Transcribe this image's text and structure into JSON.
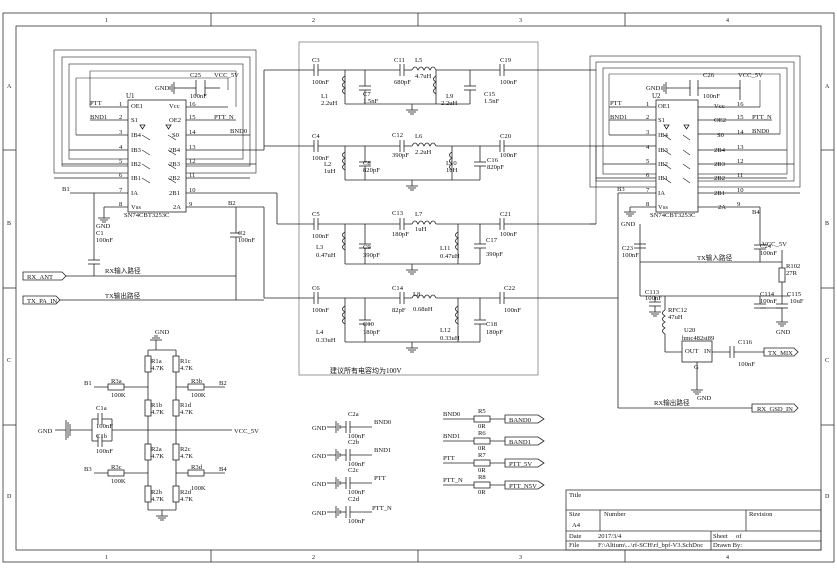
{
  "border": {
    "cols": [
      "1",
      "2",
      "3",
      "4"
    ],
    "rows": [
      "A",
      "B",
      "C",
      "D"
    ]
  },
  "filter_block": {
    "note": "建议所有电容均为100V",
    "band0": {
      "c3": [
        "C3",
        "100nF"
      ],
      "l1": [
        "L1",
        "2.2uH"
      ],
      "c7": [
        "C7",
        "1.5nF"
      ],
      "c11": [
        "C11",
        "680pF"
      ],
      "l5": [
        "L5",
        "4.7uH"
      ],
      "l9": [
        "L9",
        "2.2uH"
      ],
      "c15": [
        "C15",
        "1.5nF"
      ],
      "c19": [
        "C19",
        "100nF"
      ]
    },
    "band1": {
      "c4": [
        "C4",
        "100nF"
      ],
      "l2": [
        "L2",
        "1uH"
      ],
      "c8": [
        "C8",
        "820pF"
      ],
      "c12": [
        "C12",
        "390pF"
      ],
      "l6": [
        "L6",
        "2.2uH"
      ],
      "l10": [
        "L10",
        "1uH"
      ],
      "c16": [
        "C16",
        "820pF"
      ],
      "c20": [
        "C20",
        "100nF"
      ]
    },
    "band2": {
      "c5": [
        "C5",
        "100nF"
      ],
      "l3": [
        "L3",
        "0.47uH"
      ],
      "c9": [
        "C9",
        "390pF"
      ],
      "c13": [
        "C13",
        "180pF"
      ],
      "l7": [
        "L7",
        "1uH"
      ],
      "l11": [
        "L11",
        "0.47uH"
      ],
      "c17": [
        "C17",
        "390pF"
      ],
      "c21": [
        "C21",
        "100nF"
      ]
    },
    "band3": {
      "c6": [
        "C6",
        "100nF"
      ],
      "l4": [
        "L4",
        "0.33uH"
      ],
      "c10": [
        "C10",
        "180pF"
      ],
      "c14": [
        "C14",
        "82pF"
      ],
      "l8": [
        "L8",
        "0.68uH"
      ],
      "l12": [
        "L12",
        "0.33uH"
      ],
      "c18": [
        "C18",
        "180pF"
      ],
      "c22": [
        "C22",
        "100nF"
      ]
    }
  },
  "u1": {
    "ref": "U1",
    "part": "SN74CBT3253C",
    "left_pins": [
      [
        "OE1",
        "1"
      ],
      [
        "S1",
        "2"
      ],
      [
        "IB4",
        "3"
      ],
      [
        "IB3",
        "4"
      ],
      [
        "IB2",
        "5"
      ],
      [
        "IB1",
        "6"
      ],
      [
        "IA",
        "7"
      ],
      [
        "Vss",
        "8"
      ]
    ],
    "right_pins": [
      [
        "Vcc",
        "16"
      ],
      [
        "OE2",
        "15"
      ],
      [
        "S0",
        "14"
      ],
      [
        "2B4",
        "13"
      ],
      [
        "2B3",
        "12"
      ],
      [
        "2B2",
        "11"
      ],
      [
        "2B1",
        "10"
      ],
      [
        "2A",
        "9"
      ]
    ],
    "c25": [
      "C25",
      "100nF"
    ],
    "gnd": "GND",
    "vcc": "VCC_5V",
    "ptt": "PTT",
    "bnd1": "BND1",
    "ptt_n": "PTT_N",
    "bnd0": "BND0",
    "b1": "B1",
    "b2": "B2",
    "c1": [
      "C1",
      "100nF"
    ],
    "c2": [
      "C2",
      "100nF"
    ]
  },
  "u2": {
    "ref": "U2",
    "part": "SN74CBT3253C",
    "left_pins": [
      [
        "OE1",
        "1"
      ],
      [
        "S1",
        "2"
      ],
      [
        "IB4",
        "3"
      ],
      [
        "IB3",
        "4"
      ],
      [
        "IB2",
        "5"
      ],
      [
        "IB1",
        "6"
      ],
      [
        "IA",
        "7"
      ],
      [
        "Vss",
        "8"
      ]
    ],
    "right_pins": [
      [
        "Vcc",
        "16"
      ],
      [
        "OE2",
        "15"
      ],
      [
        "S0",
        "14"
      ],
      [
        "2B4",
        "13"
      ],
      [
        "2B3",
        "12"
      ],
      [
        "2B2",
        "11"
      ],
      [
        "2B1",
        "10"
      ],
      [
        "2A",
        "9"
      ]
    ],
    "c26": [
      "C26",
      "100nF"
    ],
    "gnd": "GND",
    "vcc": "VCC_5V",
    "ptt": "PTT",
    "bnd1": "BND1",
    "ptt_n": "PTT_N",
    "bnd0": "BND0",
    "b3": "B3",
    "b4": "B4",
    "c23": [
      "C23",
      "100nF"
    ],
    "c24": [
      "C24",
      "100nF"
    ]
  },
  "rx_path": {
    "c113": [
      "C113",
      "100nF"
    ],
    "rfc12": [
      "RFC12",
      "47uH"
    ],
    "u20": [
      "U20",
      "hmc482st89"
    ],
    "out": "OUT",
    "in": "IN",
    "gnd_pin": "G",
    "c116": [
      "C116",
      "100nF"
    ],
    "r102": [
      "R102",
      "27R"
    ],
    "c114": [
      "C114",
      "100nF"
    ],
    "c115": [
      "C115",
      "10uF"
    ],
    "vcc": "VCC_5V",
    "gnd": "GND"
  },
  "ports": {
    "rx_ant": "RX_ANT",
    "rx_label": "RX输入路径",
    "tx_pa_in": "TX_PA_IN",
    "tx_label": "TX输出路径",
    "tx_in_label": "TX输入路径",
    "tx_mix": "TX_MIX",
    "rx_out_label": "RX输出路径",
    "rx_gsd_in": "RX_GSD_IN"
  },
  "resistor_network": {
    "gnd_top": "GND",
    "r1a": [
      "R1a",
      "4.7K"
    ],
    "r1c": [
      "R1c",
      "4.7K"
    ],
    "r1b": [
      "R1b",
      "4.7K"
    ],
    "r1d": [
      "R1d",
      "4.7K"
    ],
    "r2a": [
      "R2a",
      "4.7K"
    ],
    "r2c": [
      "R2c",
      "4.7K"
    ],
    "r2b": [
      "R2b",
      "4.7K"
    ],
    "r2d": [
      "R2d",
      "4.7K"
    ],
    "r3a": [
      "R3a",
      "100K"
    ],
    "r3b": [
      "R3b",
      "100K"
    ],
    "r3c": [
      "R3c",
      "100K"
    ],
    "r3d": [
      "R3d",
      "100K"
    ],
    "b1": "B1",
    "b2": "B2",
    "b3": "B3",
    "b4": "B4",
    "c1a": [
      "C1a",
      "100nF"
    ],
    "c1b": [
      "C1b",
      "100nF"
    ],
    "gnd_left": "GND",
    "vcc": "VCC_5V"
  },
  "decoupling": [
    {
      "ref": "C2a",
      "val": "100nF",
      "net": "BND0",
      "gnd": "GND"
    },
    {
      "ref": "C2b",
      "val": "100nF",
      "net": "BND1",
      "gnd": "GND"
    },
    {
      "ref": "C2c",
      "val": "100nF",
      "net": "PTT",
      "gnd": "GND"
    },
    {
      "ref": "C2d",
      "val": "100nF",
      "net": "PTT_N",
      "gnd": "GND"
    }
  ],
  "series_r": [
    {
      "net": "BND0",
      "ref": "R5",
      "val": "0R",
      "port": "BAND0"
    },
    {
      "net": "BND1",
      "ref": "R6",
      "val": "0R",
      "port": "BAND1"
    },
    {
      "net": "PTT",
      "ref": "R7",
      "val": "0R",
      "port": "PTT_5V"
    },
    {
      "net": "PTT_N",
      "ref": "R8",
      "val": "0R",
      "port": "PTT_N5V"
    }
  ],
  "title_block": {
    "title": "Title",
    "size": "Size",
    "size_val": "A4",
    "number": "Number",
    "revision": "Revision",
    "date": "Date",
    "date_val": "2017/3/4",
    "sheet": "Sheet",
    "sheet_of": "of",
    "file": "File",
    "file_val": "F:\\Altium\\...\\rf-SCH\\rf_bpf-V3.SchDoc",
    "drawn": "Drawn By:"
  }
}
